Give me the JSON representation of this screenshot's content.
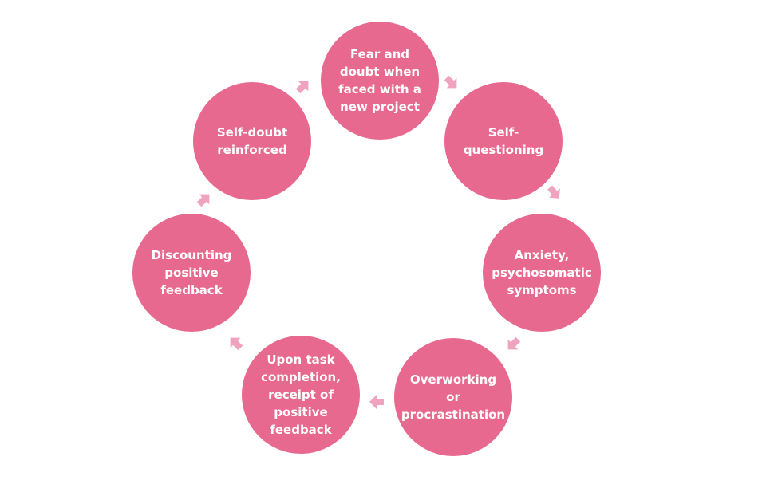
{
  "diagram": {
    "accent_color": "#e8698f",
    "arrow_color": "#efa3be",
    "nodes": [
      {
        "id": "fear",
        "label": "Fear and\ndoubt when\nfaced with a\nnew project"
      },
      {
        "id": "self-questioning",
        "label": "Self-\nquestioning"
      },
      {
        "id": "anxiety",
        "label": "Anxiety,\npsychosomatic\nsymptoms"
      },
      {
        "id": "overworking",
        "label": "Overworking\nor\nprocrastination"
      },
      {
        "id": "task-completion",
        "label": "Upon task\ncompletion,\nreceipt of\npositive\nfeedback"
      },
      {
        "id": "discounting",
        "label": "Discounting\npositive\nfeedback"
      },
      {
        "id": "self-doubt",
        "label": "Self-doubt\nreinforced"
      }
    ],
    "arrows": [
      {
        "from": "fear",
        "to": "self-questioning",
        "icon": "arrow-down-right"
      },
      {
        "from": "self-questioning",
        "to": "anxiety",
        "icon": "arrow-down-right"
      },
      {
        "from": "anxiety",
        "to": "overworking",
        "icon": "arrow-down-left"
      },
      {
        "from": "overworking",
        "to": "task-completion",
        "icon": "arrow-left"
      },
      {
        "from": "task-completion",
        "to": "discounting",
        "icon": "arrow-up-left"
      },
      {
        "from": "discounting",
        "to": "self-doubt",
        "icon": "arrow-up-right"
      },
      {
        "from": "self-doubt",
        "to": "fear",
        "icon": "arrow-up-right"
      }
    ]
  }
}
